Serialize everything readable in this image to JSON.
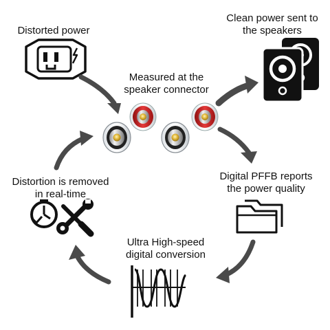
{
  "labels": {
    "distorted_power": "Distorted power",
    "clean_power_line1": "Clean power sent to",
    "clean_power_line2": "the speakers",
    "measured_line1": "Measured at the",
    "measured_line2": "speaker connector",
    "pffb_line1": "Digital PFFB reports",
    "pffb_line2": "the power quality",
    "conversion_line1": "Ultra High-speed",
    "conversion_line2": "digital conversion",
    "distortion_line1": "Distortion is removed",
    "distortion_line2": "in real-time"
  },
  "icons": {
    "outlet": "power-outlet-icon",
    "speakers": "speakers-icon",
    "connectors": "speaker-connectors-icon",
    "folders": "folders-icon",
    "waveform": "waveform-icon",
    "timer": "timer-icon",
    "tools": "tools-icon"
  },
  "colors": {
    "ink": "#111111",
    "arrow": "#4a4a4a",
    "accent_red": "#d42a2a",
    "gold": "#e0b53a",
    "chrome": "#c9c9c9"
  }
}
